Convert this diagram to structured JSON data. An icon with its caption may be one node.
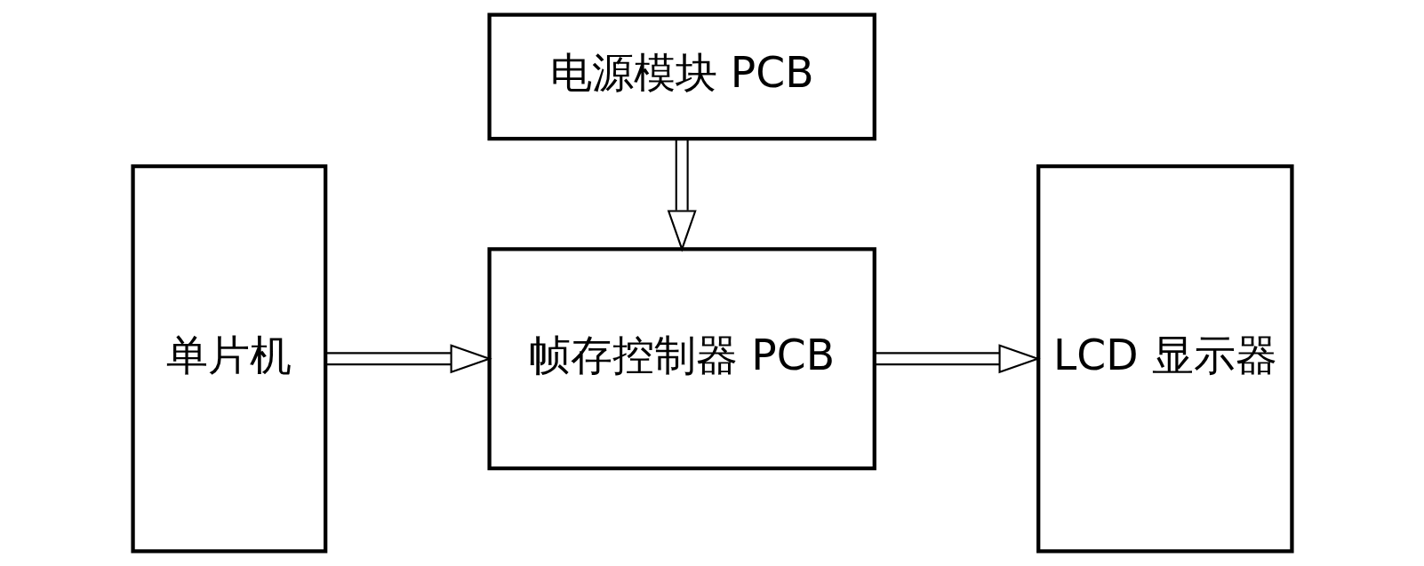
{
  "diagram": {
    "nodes": [
      {
        "text": [
          "单片机"
        ]
      },
      {
        "text": [
          "帧存控制器 PCB"
        ]
      },
      {
        "text": [
          "电源模块 PCB"
        ]
      },
      {
        "text": [
          "LCD 显示器"
        ]
      }
    ],
    "edges": [
      {
        "from": 0,
        "to": 1,
        "arrow": "to"
      },
      {
        "from": 1,
        "to": 3,
        "arrow": "to"
      },
      {
        "from": 2,
        "to": 1,
        "arrow": "to"
      }
    ]
  }
}
